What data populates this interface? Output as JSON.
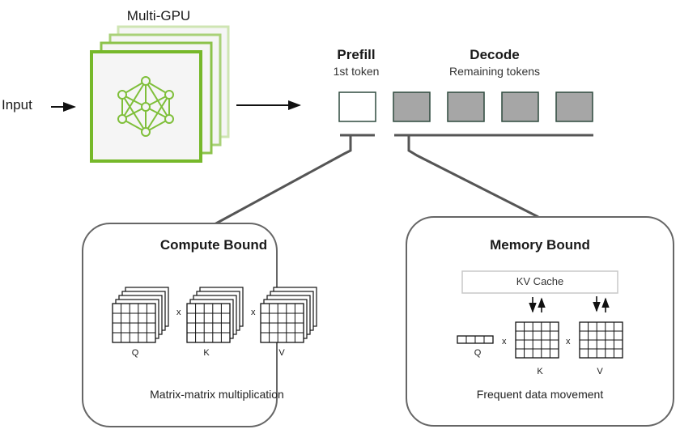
{
  "input": {
    "label": "Input"
  },
  "gpu": {
    "title": "Multi-GPU",
    "icon": "neural-network-icon",
    "accent": "#76b82a",
    "card_count": 4
  },
  "phases": {
    "prefill": {
      "title": "Prefill",
      "subtitle": "1st token",
      "token_count": 1,
      "fill": "#ffffff"
    },
    "decode": {
      "title": "Decode",
      "subtitle": "Remaining tokens",
      "token_count": 4,
      "fill": "#a6a6a6"
    },
    "token_border": "#2e4a3e"
  },
  "compute_box": {
    "title": "Compute Bound",
    "operator": "x",
    "matrices": [
      "Q",
      "K",
      "V"
    ],
    "caption": "Matrix-matrix multiplication"
  },
  "memory_box": {
    "title": "Memory Bound",
    "cache_label": "KV Cache",
    "operator": "x",
    "matrices": [
      "Q",
      "K",
      "V"
    ],
    "caption": "Frequent data movement"
  }
}
